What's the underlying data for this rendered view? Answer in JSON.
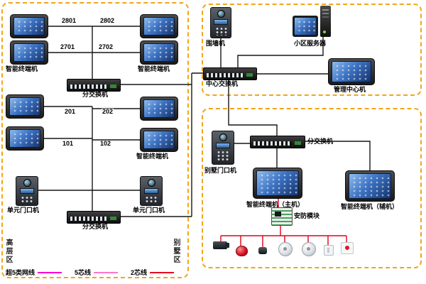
{
  "regions": {
    "highrise": "高层区",
    "villa": "别墅区"
  },
  "wires": [
    "2801",
    "2802",
    "2701",
    "2702",
    "201",
    "202",
    "101",
    "102"
  ],
  "highrise": {
    "terminal_caption_1": "智能终端机",
    "terminal_caption_2": "智能终端机",
    "terminal_caption_3": "智能终端机",
    "switch_top": "分交换机",
    "switch_bottom": "分交换机",
    "door_left": "单元门口机",
    "door_right": "单元门口机"
  },
  "center": {
    "wall_station": "围墙机",
    "server": "小区服务器",
    "central_switch": "中心交换机",
    "management": "管理中心机"
  },
  "villa": {
    "door_station": "别墅门口机",
    "switch": "分交换机",
    "terminal_master": "智能终端机（主机）",
    "terminal_aux": "智能终端机（辅机）",
    "security_module": "安防模块"
  },
  "legend": [
    {
      "label": "超5类网线",
      "color": "#ff00cc"
    },
    {
      "label": "5芯线",
      "color": "#ff77c8"
    },
    {
      "label": "2芯线",
      "color": "#e80c1c"
    }
  ],
  "line_colors": {
    "network": "#161616",
    "security": "#e2001a"
  }
}
